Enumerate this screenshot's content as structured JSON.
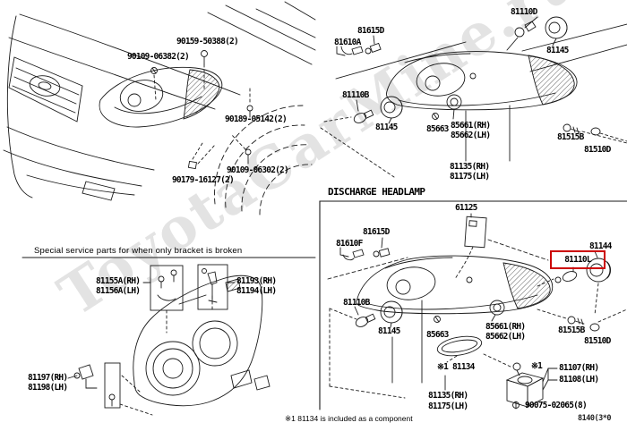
{
  "watermark": {
    "text": "ToyotaCarMine.ru"
  },
  "car_section": {
    "callouts": {
      "bolt_top": "90159-50388(2)",
      "screw_left": "90109-06382(2)",
      "grommet_right": "90189-05142(2)",
      "screw_lower": "90109-06302(2)",
      "nut_lower": "90179-16127(2)"
    }
  },
  "standard_headlamp": {
    "callouts": {
      "bulb_top": "81110D",
      "cap_top": "81145",
      "bulb_small": "81615D",
      "socket_small": "81610A",
      "bulb_left": "81110B",
      "cap_left": "81145",
      "screw": "85663",
      "bezel_rh": "85661(RH)",
      "bezel_lh": "85662(LH)",
      "unit_rh": "81135(RH)",
      "unit_lh": "81175(LH)",
      "bolt_right": "81515B",
      "grommet_right": "81510D"
    }
  },
  "bracket_service": {
    "heading": "Special service parts for when only bracket is broken",
    "callouts": {
      "bracket1_rh": "81155A(RH)",
      "bracket1_lh": "81156A(LH)",
      "bracket2_rh": "81193(RH)",
      "bracket2_lh": "81194(LH)",
      "bracket3_rh": "81197(RH)",
      "bracket3_lh": "81198(LH)"
    }
  },
  "discharge_headlamp": {
    "heading": "DISCHARGE HEADLAMP",
    "highlight_color": "#cc0000",
    "callouts": {
      "bracket_top": "61125",
      "bulb_small": "81615D",
      "socket_small": "81610F",
      "bulb_right_highlighted": "81110L",
      "cap_right": "81144",
      "bulb_left": "81110B",
      "cap_left": "81145",
      "screw": "85663",
      "bezel_rh": "85661(RH)",
      "bezel_lh": "85662(LH)",
      "gasket_ref": "※1 81134",
      "unit_rh": "81135(RH)",
      "unit_lh": "81175(LH)",
      "bolt_right": "81515B",
      "grommet_right": "81510D",
      "ref_mark": "※1",
      "igniter_rh": "81107(RH)",
      "igniter_lh": "81108(LH)",
      "screw_bottom": "90075-02065(8)"
    }
  },
  "footnote": "※1 81134 is included as a component",
  "figure_code": "8140(3*0"
}
